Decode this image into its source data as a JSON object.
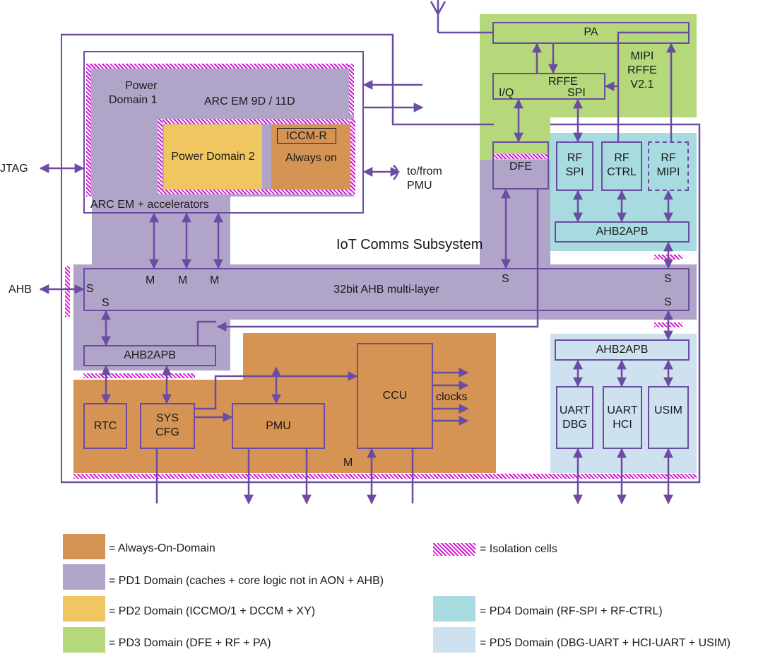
{
  "colors": {
    "aon": "#d59454",
    "pd1": "#b0a5c8",
    "pd2": "#f0c660",
    "pd3": "#b4d87a",
    "pd4": "#a8dbe0",
    "pd5": "#cde1ef",
    "line": "#6c4ba3",
    "isolation": "#d21ed2"
  },
  "diagram": {
    "subsystem_title": "IoT Comms Subsystem",
    "power_domain_1": "Power\nDomain 1",
    "arc_em_9d_11d": "ARC EM 9D / 11D",
    "power_domain_2": "Power Domain 2",
    "iccm_r": "ICCM-R",
    "always_on": "Always on",
    "arc_em_accelerators": "ARC EM + accelerators",
    "to_from_pmu": "to/from\nPMU",
    "jtag": "JTAG",
    "ahb": "AHB",
    "pa": "PA",
    "mipi_rffe": "MIPI\nRFFE\nV2.1",
    "iq": "I/Q",
    "rffe": "RFFE",
    "spi": "SPI",
    "dfe": "DFE",
    "rf_spi": "RF\nSPI",
    "rf_ctrl": "RF\nCTRL",
    "rf_mipi": "RF\nMIPI",
    "ahb2apb_rf": "AHB2APB",
    "bus": "32bit AHB multi-layer",
    "m1": "M",
    "m2": "M",
    "m3": "M",
    "s_left": "S",
    "s_left2": "S",
    "s_dfe": "S",
    "s_right1": "S",
    "s_right2": "S",
    "ahb2apb_left": "AHB2APB",
    "ahb2apb_right": "AHB2APB",
    "rtc": "RTC",
    "sys_cfg": "SYS\nCFG",
    "pmu": "PMU",
    "ccu": "CCU",
    "clocks": "clocks",
    "m_bottom": "M",
    "uart_dbg": "UART\nDBG",
    "uart_hci": "UART\nHCI",
    "usim": "USIM"
  },
  "legend": {
    "aon": "= Always-On-Domain",
    "pd1": "= PD1 Domain (caches + core logic not in AON + AHB)",
    "pd2": "= PD2 Domain (ICCMO/1 + DCCM + XY)",
    "pd3": "= PD3 Domain (DFE + RF + PA)",
    "isolation": "= Isolation cells",
    "pd4": "= PD4 Domain (RF-SPI + RF-CTRL)",
    "pd5": "= PD5 Domain (DBG-UART + HCI-UART + USIM)"
  }
}
